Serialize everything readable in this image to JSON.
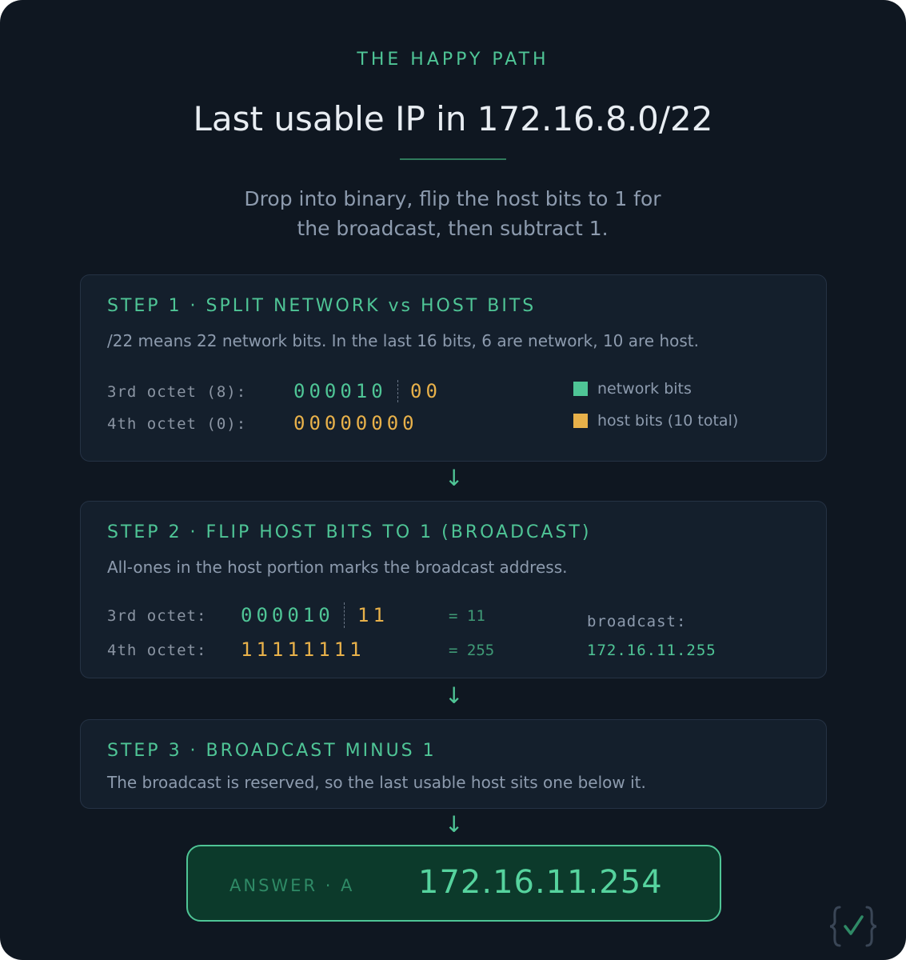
{
  "header": {
    "eyebrow": "THE HAPPY PATH",
    "title": "Last usable IP in 172.16.8.0/22",
    "subtitle_line1": "Drop into binary, flip the host bits to 1 for",
    "subtitle_line2": "the broadcast, then subtract 1."
  },
  "colors": {
    "accent": "#4fc596",
    "host": "#e8b14a",
    "background": "#0f1721",
    "panel": "#141f2c"
  },
  "step1": {
    "title": "STEP 1 · SPLIT NETWORK vs HOST BITS",
    "description": "/22 means 22 network bits. In the last 16 bits, 6 are network, 10 are host.",
    "row1_label": "3rd octet (8):",
    "row1_network_bits": "000010",
    "row1_host_bits": "00",
    "row2_label": "4th octet (0):",
    "row2_host_bits": "00000000",
    "legend_network": "network bits",
    "legend_host": "host bits (10 total)"
  },
  "step2": {
    "title": "STEP 2 · FLIP HOST BITS TO 1 (BROADCAST)",
    "description": "All-ones in the host portion marks the broadcast address.",
    "row1_label": "3rd octet:",
    "row1_network_bits": "000010",
    "row1_host_bits": "11",
    "row1_value": "= 11",
    "row2_label": "4th octet:",
    "row2_host_bits": "11111111",
    "row2_value": "= 255",
    "broadcast_label": "broadcast:",
    "broadcast_value": "172.16.11.255"
  },
  "step3": {
    "title": "STEP 3 · BROADCAST MINUS 1",
    "description": "The broadcast is reserved, so the last usable host sits one below it."
  },
  "arrows": {
    "glyph": "↓"
  },
  "answer": {
    "label": "ANSWER · A",
    "value": "172.16.11.254"
  },
  "logo": {
    "icon": "code-braces-check-icon"
  }
}
